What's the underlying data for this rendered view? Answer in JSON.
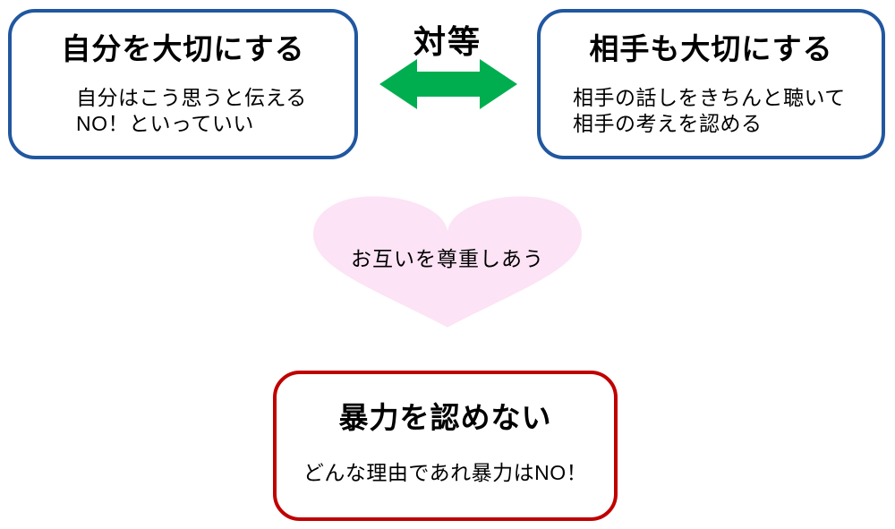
{
  "diagram": {
    "left_box": {
      "title": "自分を大切にする",
      "lines": [
        "自分はこう思うと伝える",
        "NO！といっていい"
      ],
      "border_color": "#2157A0"
    },
    "right_box": {
      "title": "相手も大切にする",
      "lines": [
        "相手の話しをきちんと聴いて",
        "相手の考えを認める"
      ],
      "border_color": "#2157A0"
    },
    "equal_label": "対等",
    "arrow": {
      "icon": "double-headed-arrow-icon",
      "color": "#00AE50"
    },
    "heart": {
      "label": "お互いを尊重しあう",
      "color": "#FCE3F5"
    },
    "bottom_box": {
      "title": "暴力を認めない",
      "lines": [
        "どんな理由であれ暴力はNO！"
      ],
      "border_color": "#C00000"
    }
  }
}
